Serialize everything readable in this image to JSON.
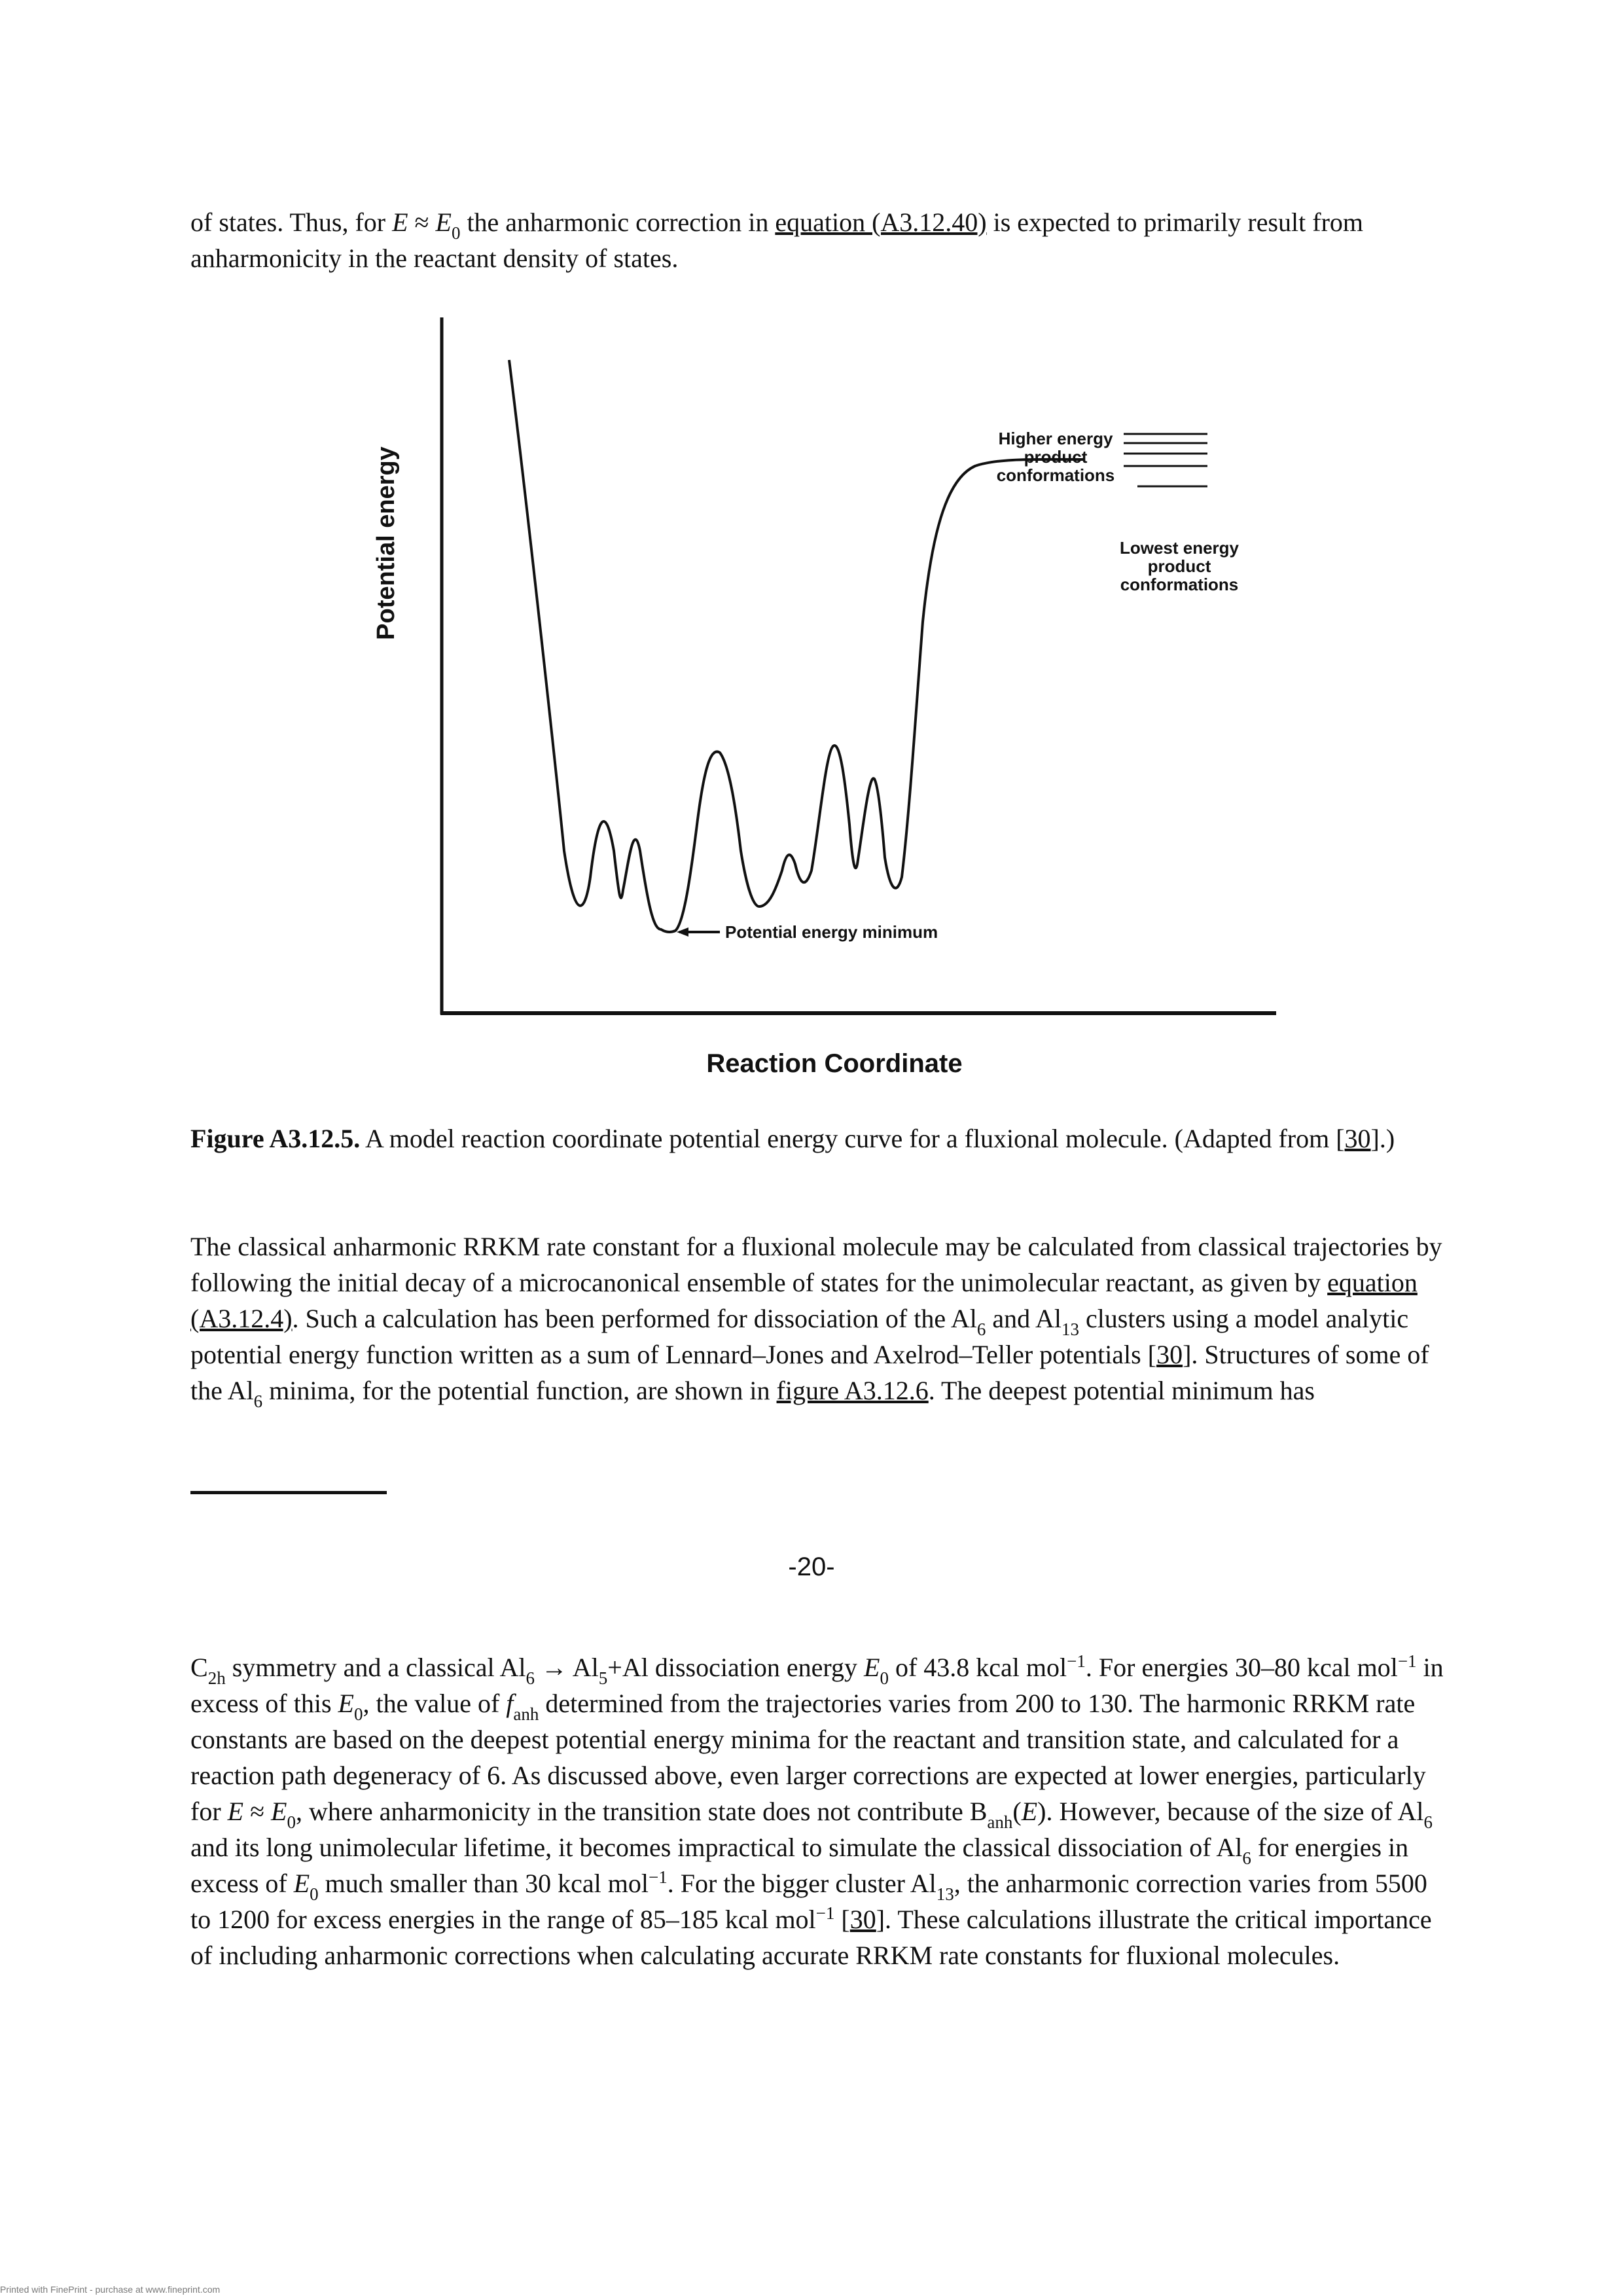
{
  "intro": {
    "t1": "of states. Thus, for ",
    "E": "E",
    "approx": " ≈ ",
    "E0": "E",
    "sub0": "0",
    "t2": " the anharmonic correction in ",
    "link": "equation (A3.12.40)",
    "t3": " is expected to primarily result from anharmonicity in the reactant density of states."
  },
  "figure": {
    "y_axis_label": "Potential energy",
    "x_axis_label": "Reaction Coordinate",
    "higher_label": [
      "Higher energy",
      "product",
      "conformations"
    ],
    "lowest_label": [
      "Lowest energy",
      "product",
      "conformations"
    ],
    "minimum_label": "Potential energy minimum"
  },
  "caption": {
    "label": "Figure A3.12.5.",
    "text": " A model reaction coordinate potential energy curve for a fluxional molecule. (Adapted from [",
    "ref": "30",
    "end": "].)"
  },
  "p1": {
    "a": "The classical anharmonic RRKM rate constant for a fluxional molecule may be calculated from classical trajectories by following the initial decay of a microcanonical ensemble of states for the unimolecular reactant, as given by ",
    "link1": "equation (A3.12.4)",
    "b": ". Such a calculation has been performed for dissociation of the Al",
    "sub6": "6",
    "c": " and Al",
    "sub13": "13",
    "d": " clusters using a model analytic potential energy function written as a sum of Lennard–Jones and Axelrod–Teller potentials [",
    "ref": "30",
    "e": "]. Structures of some of the Al",
    "sub6b": "6",
    "f": " minima, for the potential function, are shown in ",
    "link2": "figure A3.12.6",
    "g": ". The deepest potential minimum has"
  },
  "page_number": "-20-",
  "p2": {
    "a": "C",
    "sub2h": "2h",
    "b": " symmetry and a classical Al",
    "s6": "6",
    "c": " → Al",
    "s5": "5",
    "d": "+Al dissociation energy ",
    "E": "E",
    "s0": "0",
    "e": " of 43.8 kcal mol",
    "sup1": "−1",
    "f": ". For energies 30–80 kcal mol",
    "sup2": "−1",
    "g": " in excess of this ",
    "E2": "E",
    "s0b": "0",
    "h": ", the value of ",
    "f_sym": "f",
    "anh": "anh",
    "i": " determined from the trajectories varies from 200 to 130. The harmonic RRKM rate constants are based on the deepest potential energy minima for the reactant and transition state, and calculated for a reaction path degeneracy of 6. As discussed above, even larger corrections are expected at lower energies, particularly for ",
    "E3": "E",
    "approx": " ≈ ",
    "E4": "E",
    "s0c": "0",
    "j": ", where anharmonicity in the transition state does not contribute B",
    "anh2": "anh",
    "k": "(",
    "E5": "E",
    "l": "). However, because of the size of Al",
    "s6b": "6",
    "m": " and its long unimolecular lifetime, it becomes impractical to simulate the classical dissociation of Al",
    "s6c": "6",
    "n": " for energies in excess of ",
    "E6": "E",
    "s0d": "0",
    "o": " much smaller than 30 kcal mol",
    "sup3": "−1",
    "p": ". For the bigger cluster Al",
    "s13": "13",
    "q": ", the anharmonic correction varies from 5500 to 1200 for excess energies in the range of 85–185 kcal mol",
    "sup4": "−1",
    "r": " [",
    "ref": "30",
    "s": "]. These calculations illustrate the critical importance of including anharmonic corrections when calculating accurate RRKM rate constants for fluxional molecules."
  },
  "watermark": "Printed with FinePrint - purchase at www.fineprint.com"
}
